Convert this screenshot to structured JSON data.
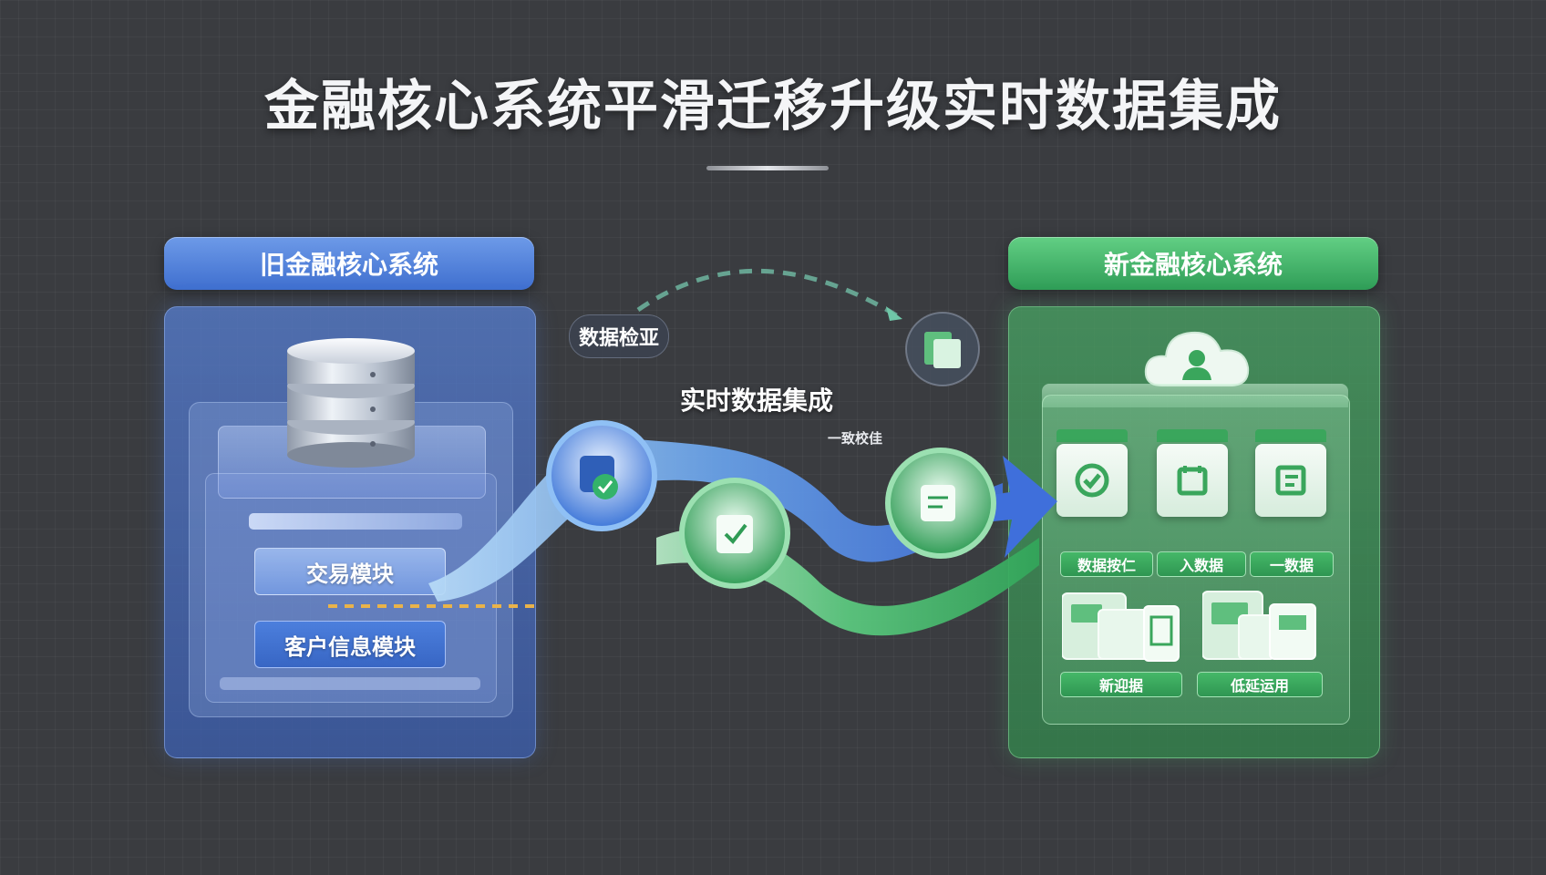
{
  "title": "金融核心系统平滑迁移升级实时数据集成",
  "old_system": {
    "header": "旧金融核心系统",
    "modules": [
      "交易模块",
      "客户信息模块"
    ]
  },
  "new_system": {
    "header": "新金融核心系统",
    "labels_row1": [
      "数据按仁",
      "入数据",
      "一数据"
    ],
    "labels_row2": [
      "新迎据",
      "低延运用"
    ]
  },
  "center": {
    "realtime_label": "实时数据集成",
    "verify_label": "数据检亚",
    "consistency_label": "一致校佳"
  },
  "colors": {
    "old_accent": "#4f7fdc",
    "new_accent": "#3aa65c",
    "background": "#3a3c40"
  },
  "icons": [
    "database-icon",
    "cloud-user-icon",
    "shield-check-icon",
    "document-check-icon",
    "report-icon",
    "file-stack-icon"
  ]
}
